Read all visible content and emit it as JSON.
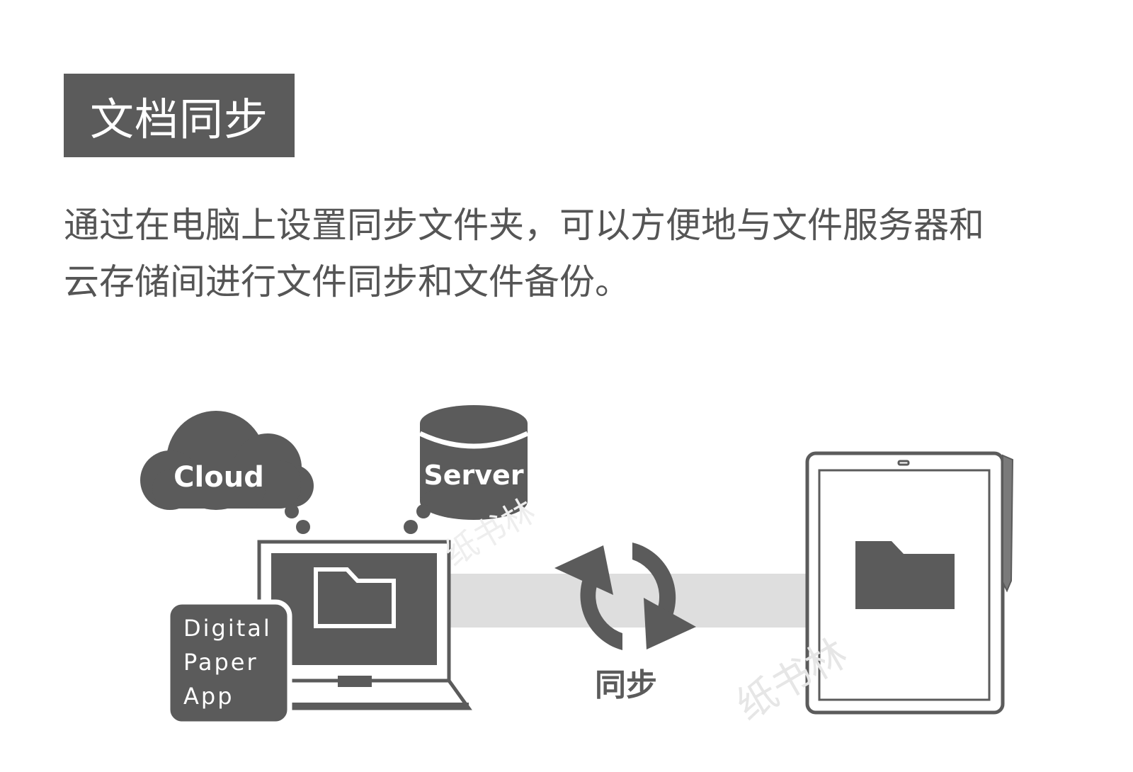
{
  "header": {
    "title": "文档同步"
  },
  "description": {
    "line1": "通过在电脑上设置同步文件夹，可以方便地与文件服务器和",
    "line2": "云存储间进行文件同步和文件备份。"
  },
  "diagram": {
    "cloud_label": "Cloud",
    "server_label": "Server",
    "app_label_line1": "Digital",
    "app_label_line2": "Paper",
    "app_label_line3": "App",
    "sync_label": "同步"
  },
  "watermark": {
    "text": "纸书林"
  },
  "colors": {
    "dark": "#5b5b5b",
    "band": "#dedede",
    "text": "#555555",
    "background": "#ffffff"
  }
}
